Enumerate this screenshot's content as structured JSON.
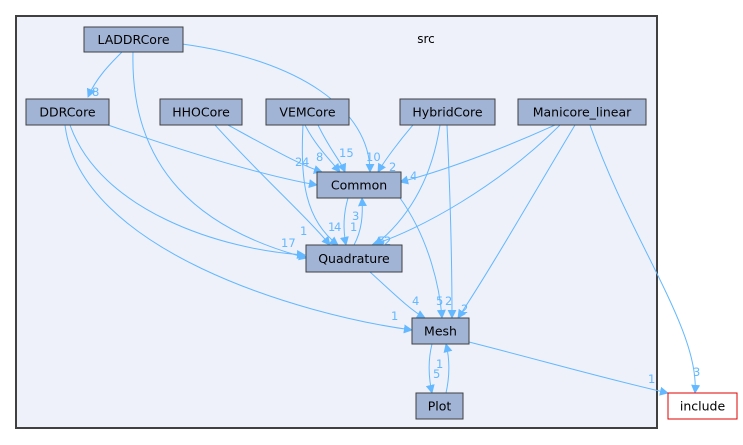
{
  "cluster": {
    "label": "src"
  },
  "colors": {
    "node_fill": "#a2b4d6",
    "node_stroke": "#404040",
    "cluster_fill": "#eef1fa",
    "cluster_stroke": "#404040",
    "edge": "#63b8ff",
    "external_stroke": "#e00000"
  },
  "nodes": {
    "laddrcore": "LADDRCore",
    "ddrcore": "DDRCore",
    "hhocore": "HHOCore",
    "vemcore": "VEMCore",
    "hybridcore": "HybridCore",
    "manicore": "Manicore_linear",
    "common": "Common",
    "quadrature": "Quadrature",
    "mesh": "Mesh",
    "plot": "Plot",
    "include": "include"
  },
  "edge_labels": {
    "laddr_ddr": "8",
    "hho_common": "2",
    "ddr_common": "4",
    "vem_common": "8",
    "vem_common2": "15",
    "laddr_common": "10",
    "hybrid_common": "2",
    "mani_common": "4",
    "common_quad": "3",
    "quad_common": "1",
    "laddr_quad": "1",
    "ddr_quad": "17",
    "hho_quad": "1",
    "vem_quad": "4",
    "hybrid_quad": "2",
    "mani_quad": "5",
    "common_mesh": "5",
    "hybrid_mesh": "2",
    "mani_mesh": "2",
    "quad_mesh": "4",
    "ddr_mesh": "1",
    "mesh_plot": "5",
    "plot_mesh": "1",
    "mesh_include": "1",
    "mani_include": "3"
  }
}
